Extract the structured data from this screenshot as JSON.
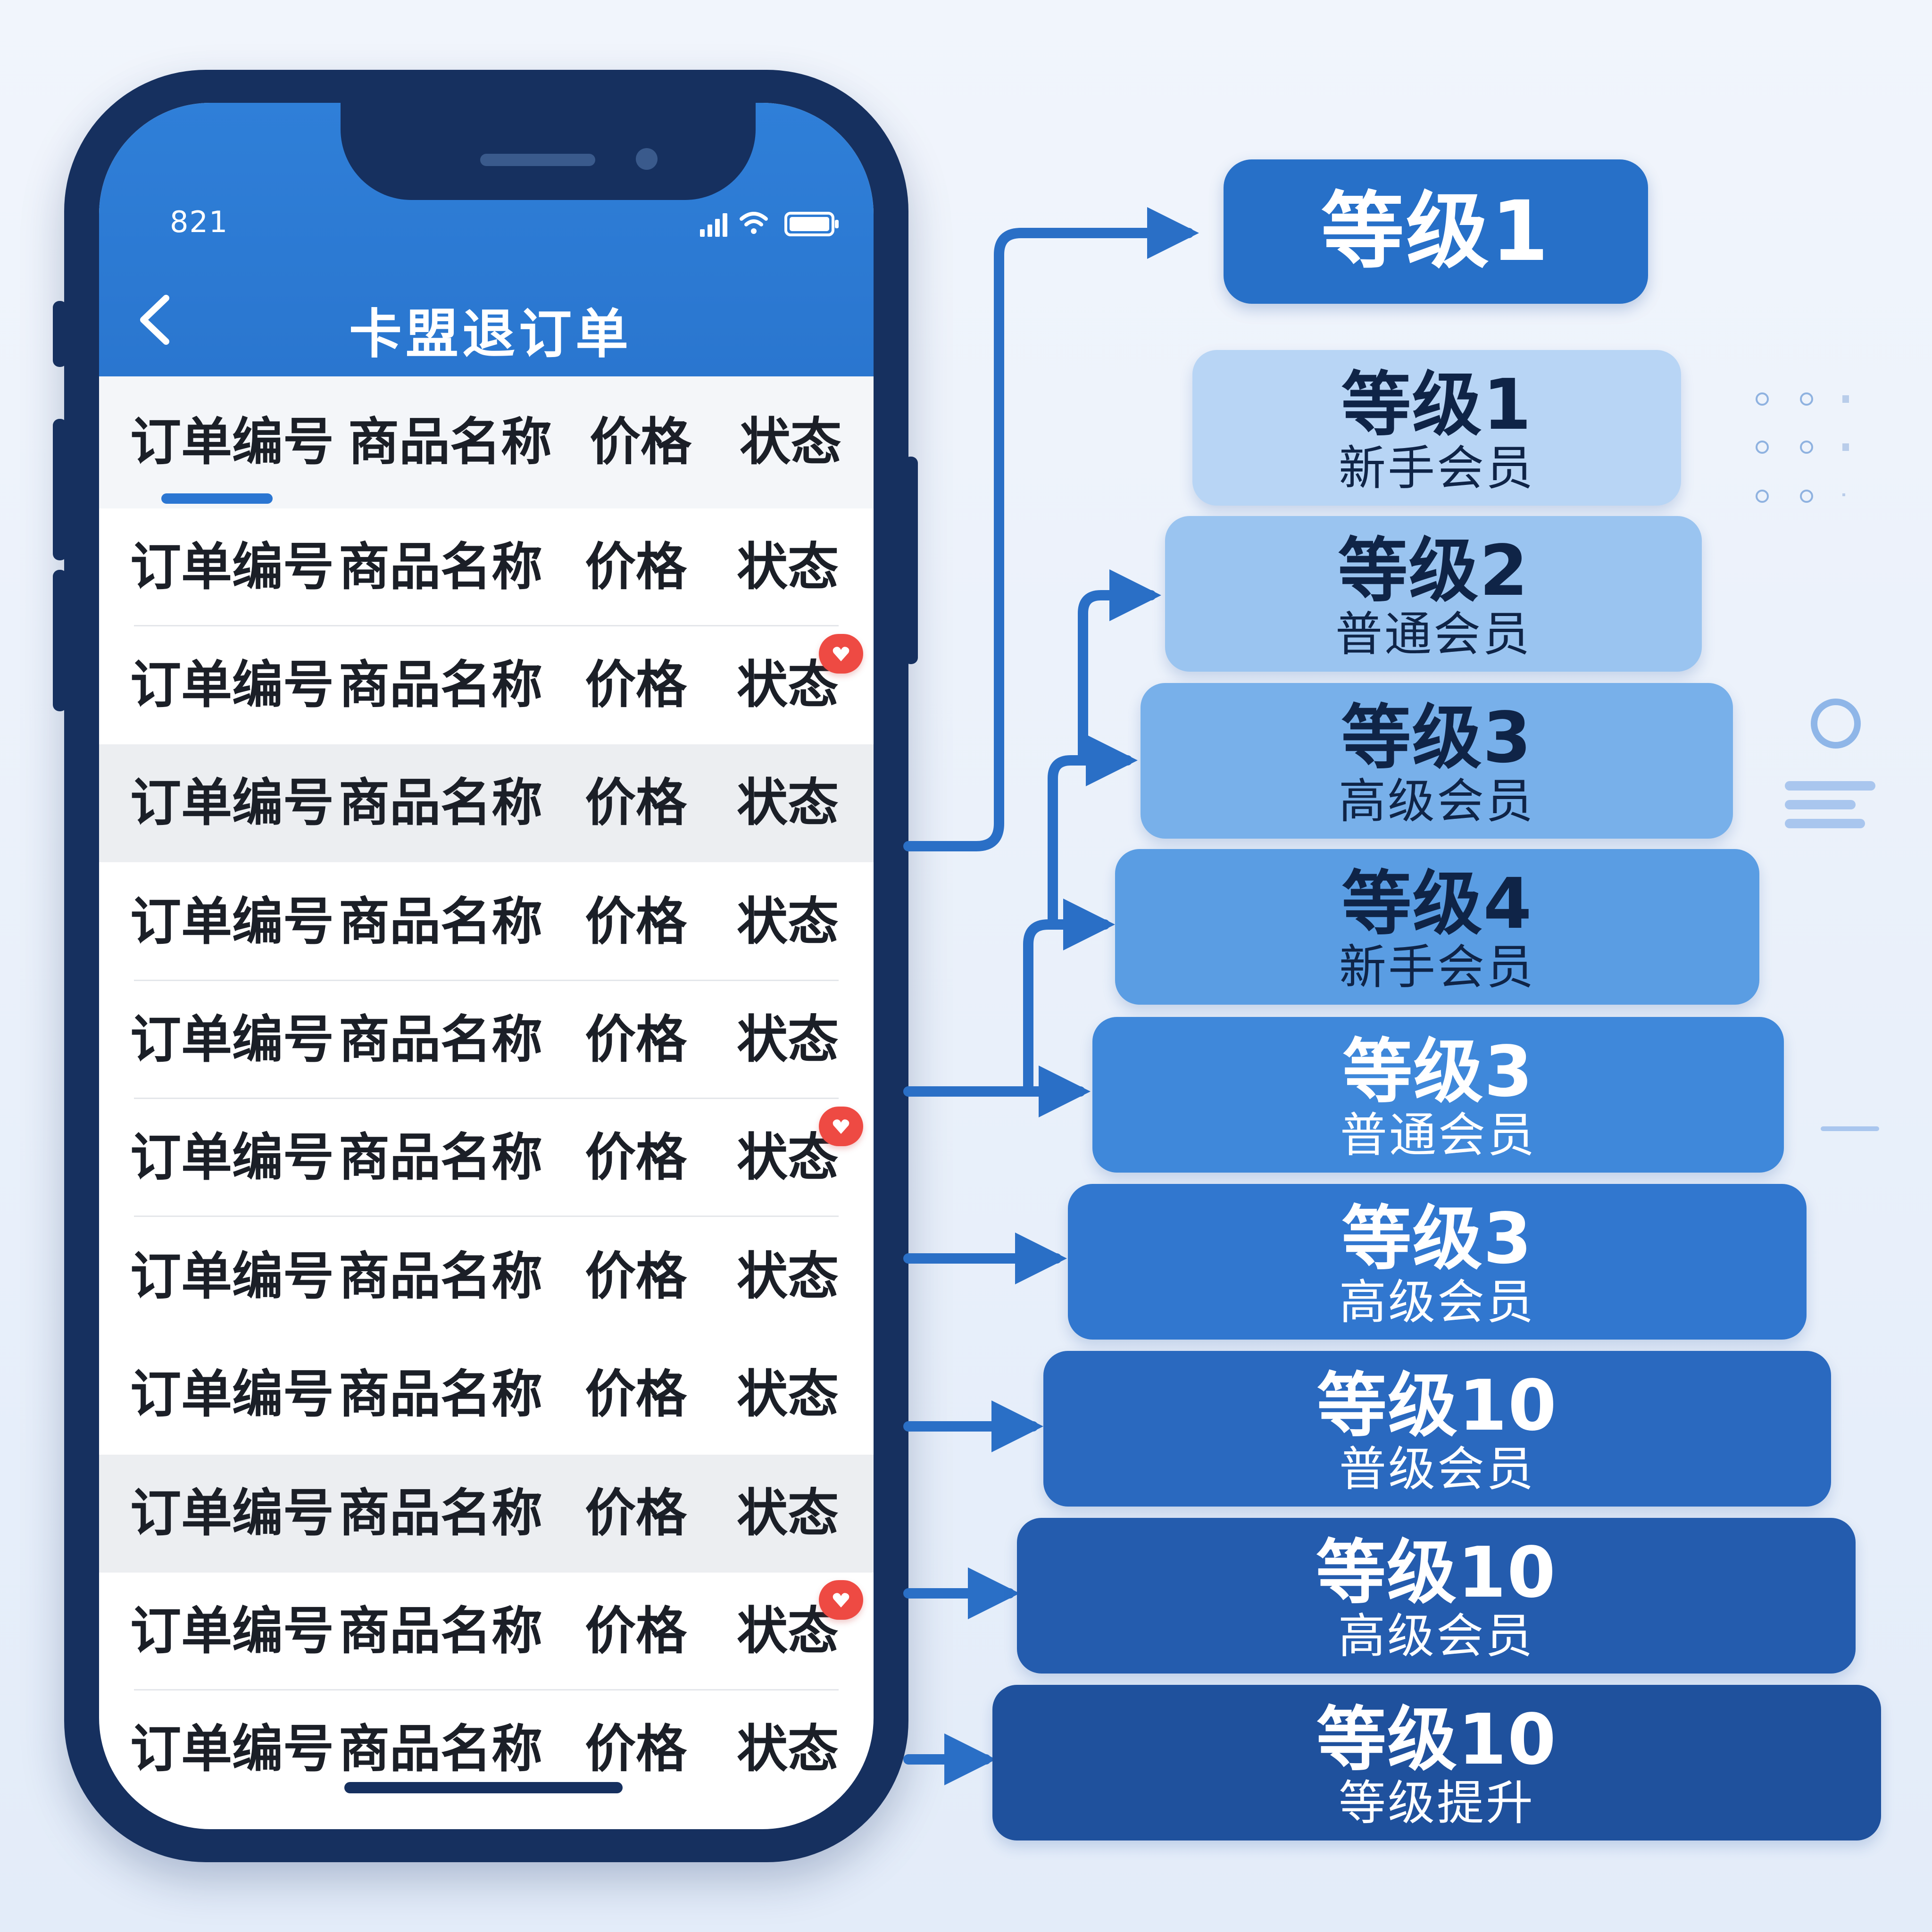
{
  "status_bar": {
    "time": "821"
  },
  "app_header": {
    "back_icon": "chevron-left-icon",
    "title": "卡盟退订单"
  },
  "table": {
    "columns": [
      "订单编号",
      "商品名称",
      "价格",
      "状态"
    ],
    "rows": [
      [
        "订单编号",
        "商品名称",
        "价格",
        "状态"
      ],
      [
        "订单编号",
        "商品名称",
        "价格",
        "状态"
      ],
      [
        "订单编号",
        "商品名称",
        "价格",
        "状态"
      ],
      [
        "订单编号",
        "商品名称",
        "价格",
        "状态"
      ],
      [
        "订单编号",
        "商品名称",
        "价格",
        "状态"
      ],
      [
        "订单编号",
        "商品名称",
        "价格",
        "状态"
      ],
      [
        "订单编号",
        "商品名称",
        "价格",
        "状态"
      ],
      [
        "订单编号",
        "商品名称",
        "价格",
        "状态"
      ],
      [
        "订单编号",
        "商品名称",
        "价格",
        "状态"
      ],
      [
        "订单编号",
        "商品名称",
        "价格",
        "状态"
      ],
      [
        "订单编号",
        "商品名称",
        "价格",
        "状态"
      ]
    ],
    "badges_on_rows": [
      1,
      5,
      9
    ]
  },
  "level_top": {
    "title": "等级1"
  },
  "tiers": [
    {
      "title": "等级1",
      "subtitle": "新手会员",
      "bg": "#b8d5f5",
      "fg": "#0f2447"
    },
    {
      "title": "等级2",
      "subtitle": "普通会员",
      "bg": "#9ac4f0",
      "fg": "#0f2447"
    },
    {
      "title": "等级3",
      "subtitle": "高级会员",
      "bg": "#78b0ea",
      "fg": "#0f2447"
    },
    {
      "title": "等级4",
      "subtitle": "新手会员",
      "bg": "#5a9de3",
      "fg": "#0f2447"
    },
    {
      "title": "等级3",
      "subtitle": "普通会员",
      "bg": "#3f88da",
      "fg": "#ffffff"
    },
    {
      "title": "等级3",
      "subtitle": "高级会员",
      "bg": "#3177cf",
      "fg": "#ffffff"
    },
    {
      "title": "等级10",
      "subtitle": "普级会员",
      "bg": "#2a69bf",
      "fg": "#ffffff"
    },
    {
      "title": "等级10",
      "subtitle": "高级会员",
      "bg": "#245cae",
      "fg": "#ffffff"
    },
    {
      "title": "等级10",
      "subtitle": "等级提升",
      "bg": "#1f519d",
      "fg": "#ffffff"
    }
  ],
  "colors": {
    "accent": "#2b76d2",
    "phone_frame": "#16305f",
    "badge": "#ee4a43",
    "arrow": "#2a6fc6"
  }
}
